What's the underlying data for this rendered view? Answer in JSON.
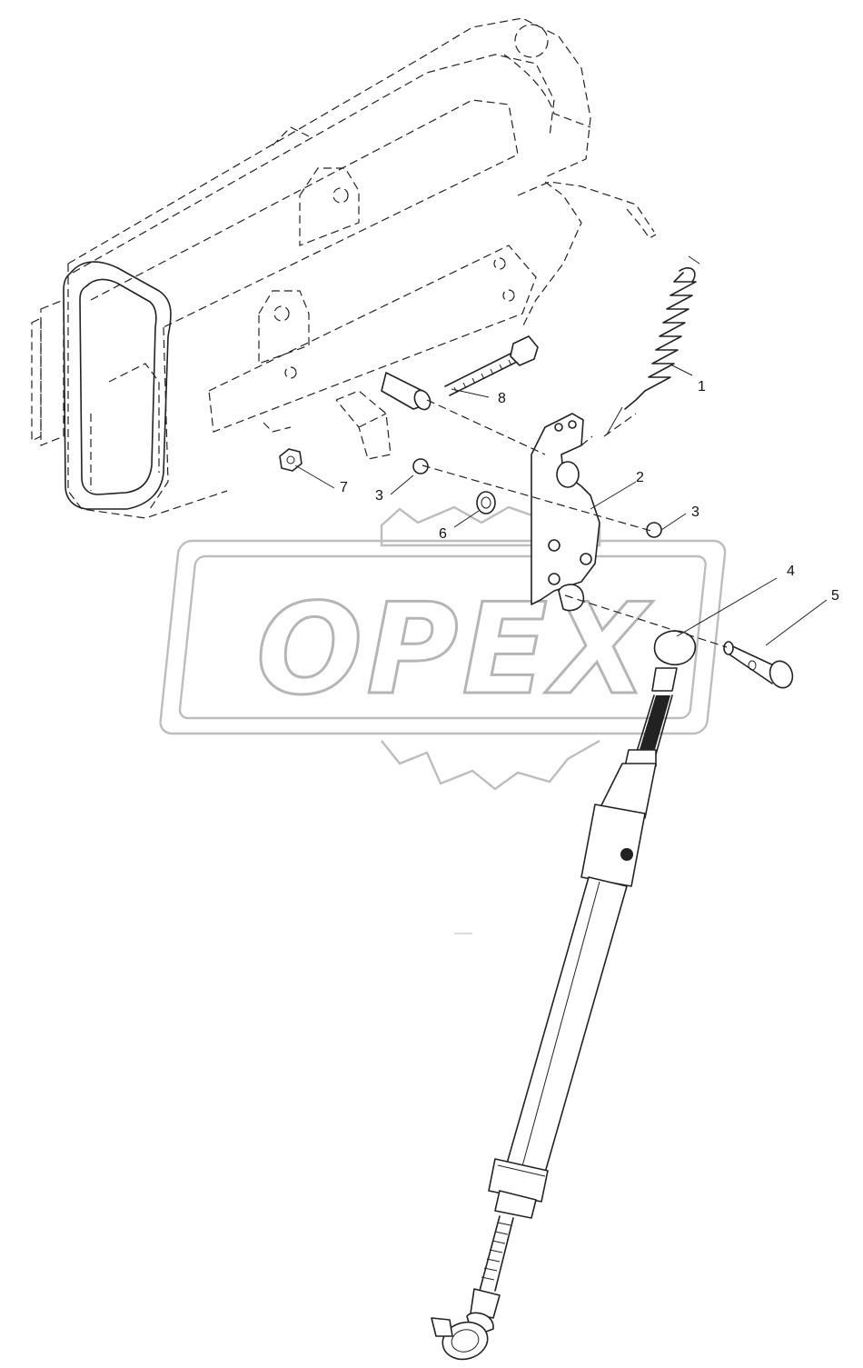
{
  "diagram": {
    "type": "exploded-parts-view",
    "watermark": {
      "text": "OPEX",
      "color": "#b5b5b5"
    },
    "callouts": [
      {
        "id": "c1",
        "label": "1"
      },
      {
        "id": "c2",
        "label": "2"
      },
      {
        "id": "c3a",
        "label": "3"
      },
      {
        "id": "c3b",
        "label": "3"
      },
      {
        "id": "c4",
        "label": "4"
      },
      {
        "id": "c5",
        "label": "5"
      },
      {
        "id": "c6",
        "label": "6"
      },
      {
        "id": "c7",
        "label": "7"
      },
      {
        "id": "c8",
        "label": "8"
      }
    ],
    "line_color": "#222222",
    "background": "#ffffff"
  }
}
